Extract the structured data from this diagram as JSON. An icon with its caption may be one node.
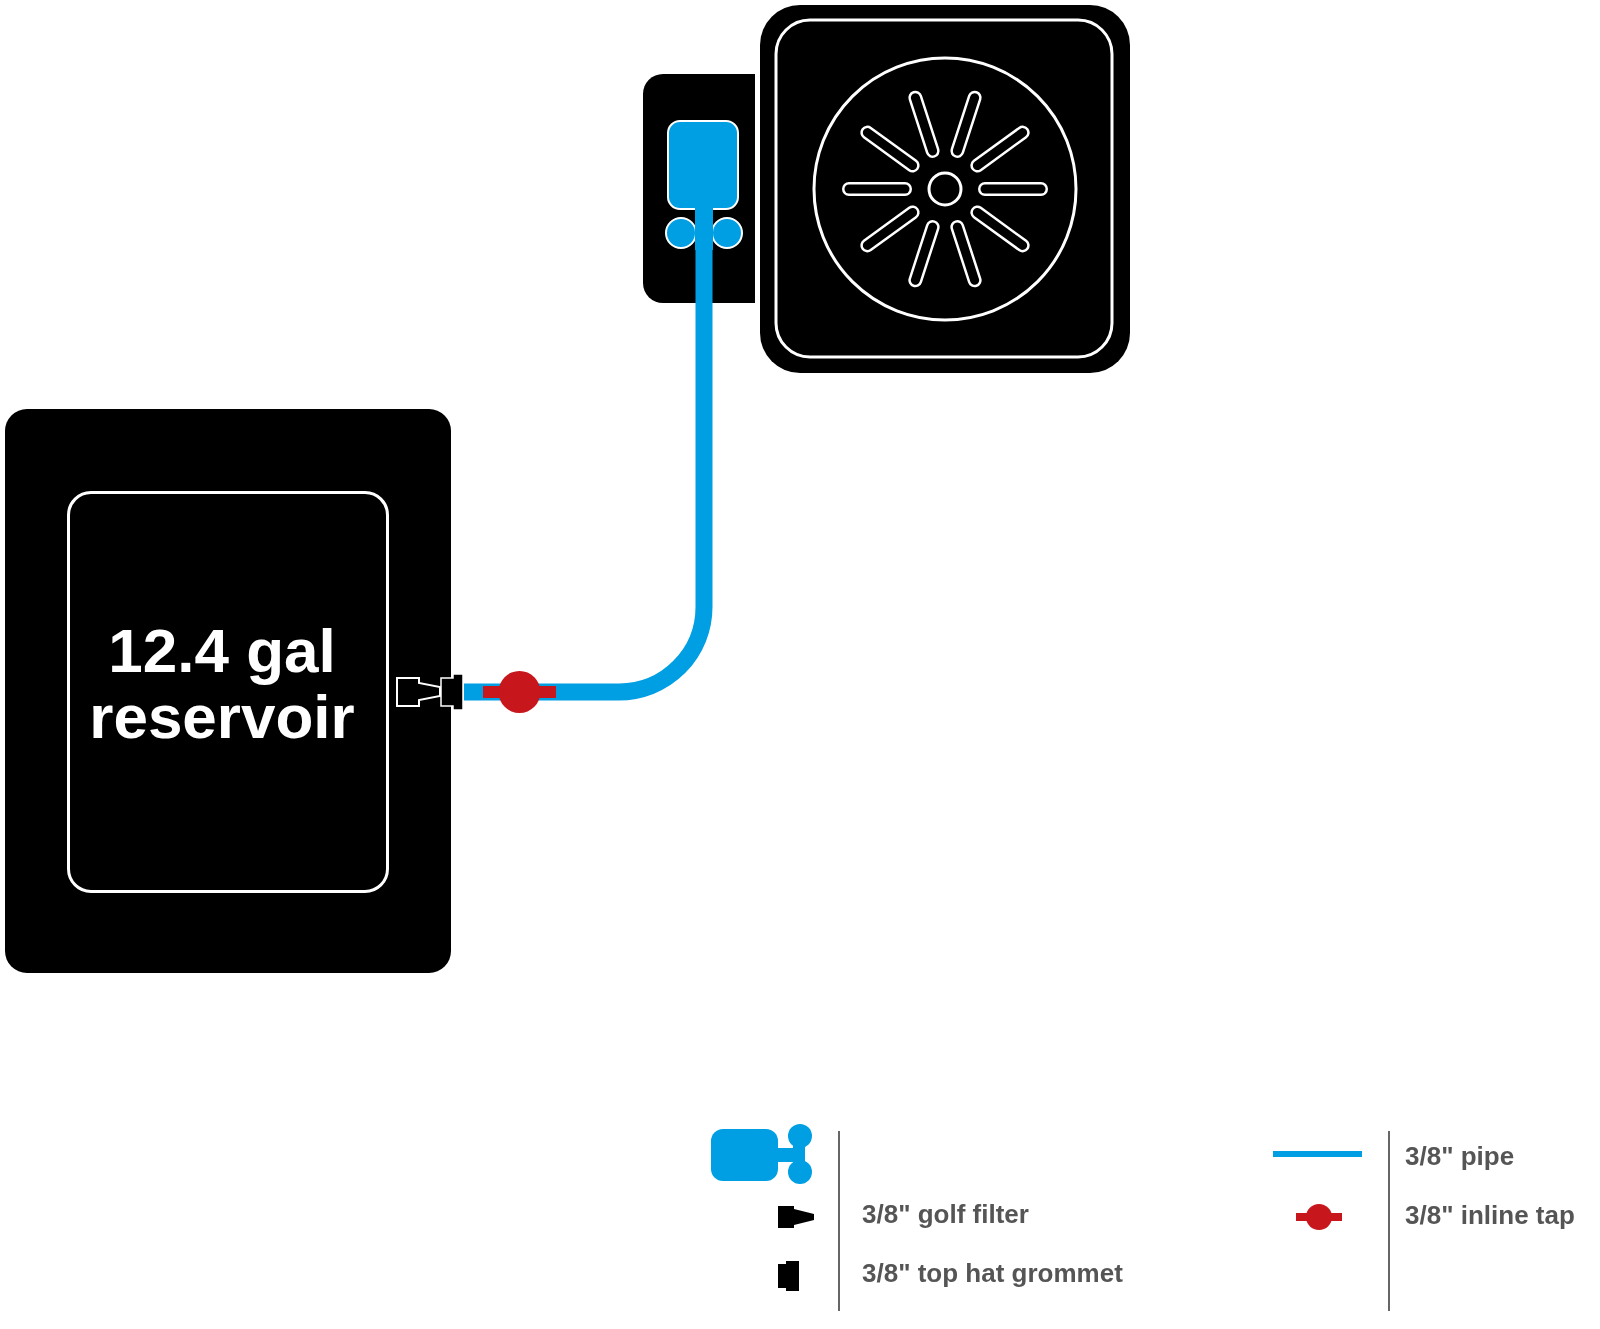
{
  "diagram": {
    "nodes": [
      {
        "text": [],
        "shape": "box"
      },
      {
        "text": [],
        "shape": "box",
        "in": 0
      },
      {
        "text": [],
        "shape": "box"
      },
      {
        "text": [
          "12.4 gal reservoir"
        ]
      },
      {
        "text": [],
        "shape": "box",
        "in": 3
      },
      {
        "text": [],
        "shape": "box"
      },
      {
        "text": [],
        "shape": "circle"
      }
    ],
    "edges": [
      {
        "from": 5,
        "to": 6,
        "arrow": "none"
      },
      {
        "from": 6,
        "to": 1,
        "arrow": "none"
      }
    ],
    "legend": [
      {
        "text": "3/8\" golf filter"
      },
      {
        "text": "3/8\" top hat grommet"
      },
      {
        "text": "3/8\" pipe"
      },
      {
        "text": "3/8\" inline tap"
      }
    ]
  }
}
